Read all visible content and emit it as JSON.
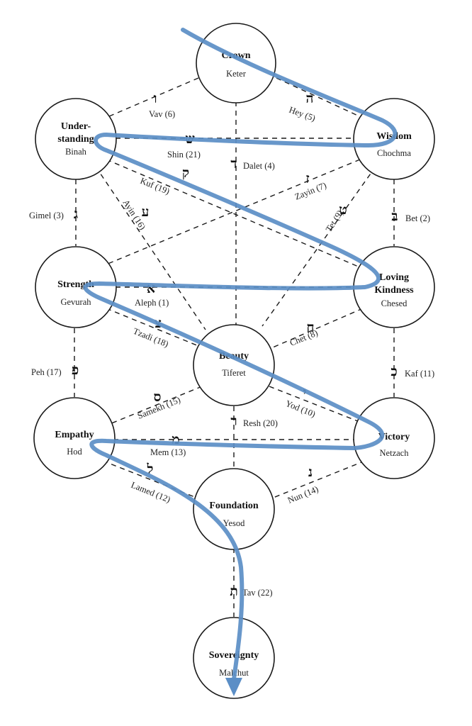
{
  "nodes": {
    "crown": {
      "name": "Crown",
      "sub": "Keter"
    },
    "understanding": {
      "name_line1": "Under-",
      "name_line2": "standing",
      "sub": "Binah"
    },
    "wisdom": {
      "name": "Wisdom",
      "sub": "Chochma"
    },
    "strength": {
      "name": "Strength",
      "sub": "Gevurah"
    },
    "lovingkindness": {
      "name_line1": "Loving",
      "name_line2": "Kindness",
      "sub": "Chesed"
    },
    "beauty": {
      "name": "Beauty",
      "sub": "Tiferet"
    },
    "empathy": {
      "name": "Empathy",
      "sub": "Hod"
    },
    "victory": {
      "name": "Victory",
      "sub": "Netzach"
    },
    "foundation": {
      "name": "Foundation",
      "sub": "Yesod"
    },
    "sovereignty": {
      "name": "Sovereignty",
      "sub": "Malchut"
    }
  },
  "paths": {
    "vav": {
      "letter": "ו",
      "label": "Vav (6)"
    },
    "hey": {
      "letter": "ה",
      "label": "Hey (5)"
    },
    "shin": {
      "letter": "ש",
      "label": "Shin (21)"
    },
    "dalet": {
      "letter": "ד",
      "label": "Dalet (4)"
    },
    "kuf": {
      "letter": "ק",
      "label": "Kuf (19)"
    },
    "zayin": {
      "letter": "ז",
      "label": "Zayin (7)"
    },
    "gimel": {
      "letter": "ג",
      "label": "Gimel (3)"
    },
    "ayin": {
      "letter": "ע",
      "label": "Ayin (16)"
    },
    "tet": {
      "letter": "ט",
      "label": "Tet (9)"
    },
    "bet": {
      "letter": "ב",
      "label": "Bet (2)"
    },
    "aleph": {
      "letter": "א",
      "label": "Aleph (1)"
    },
    "tzadi": {
      "letter": "צ",
      "label": "Tzadi (18)"
    },
    "chet": {
      "letter": "ח",
      "label": "Chet (8)"
    },
    "peh": {
      "letter": "פ",
      "label": "Peh (17)"
    },
    "kaf": {
      "letter": "כ",
      "label": "Kaf (11)"
    },
    "samekh": {
      "letter": "ס",
      "label": "Samekh (15)"
    },
    "yod": {
      "letter": "י",
      "label": "Yod (10)"
    },
    "resh": {
      "letter": "ר",
      "label": "Resh (20)"
    },
    "mem": {
      "letter": "מ",
      "label": "Mem (13)"
    },
    "lamed": {
      "letter": "ל",
      "label": "Lamed (12)"
    },
    "nun": {
      "letter": "נ",
      "label": "Nun (14)"
    },
    "tav": {
      "letter": "ת",
      "label": "Tav (22)"
    }
  },
  "colors": {
    "flow": "#5b8ec6",
    "ink": "#1a1a1a"
  }
}
